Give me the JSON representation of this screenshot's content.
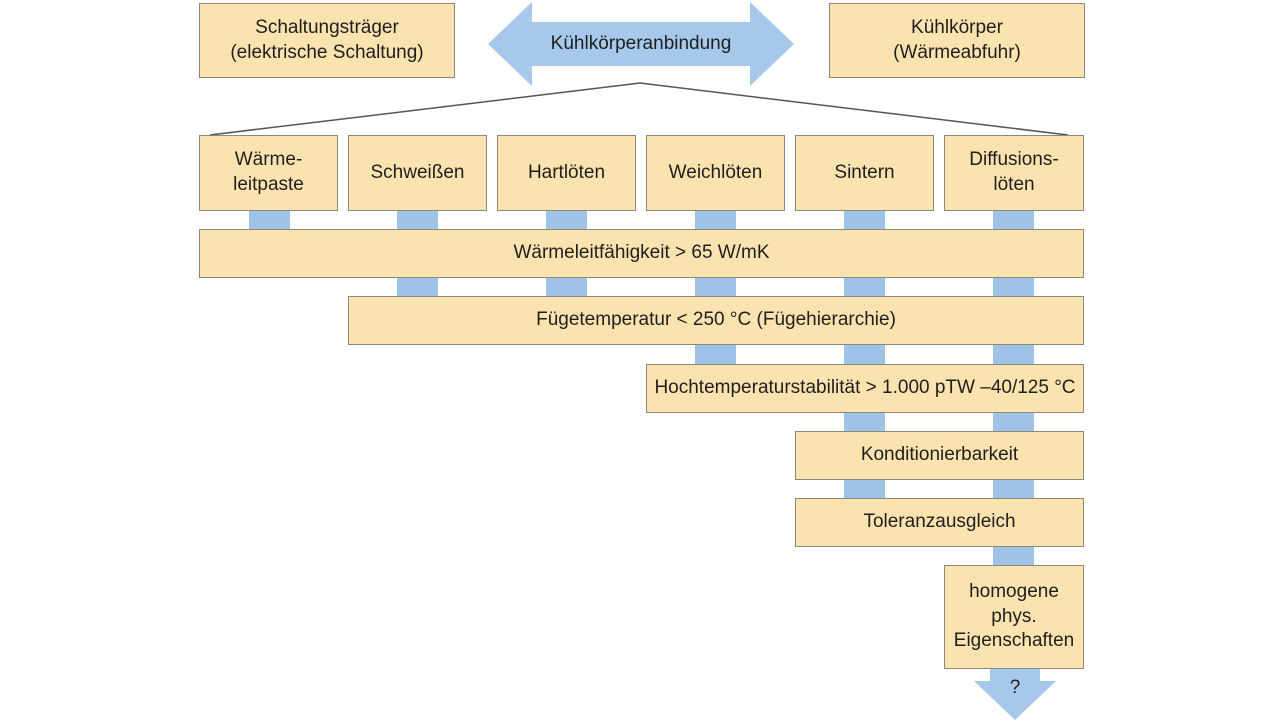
{
  "colors": {
    "box_fill": "#fbe3b0",
    "box_border": "#8a8a7a",
    "connector": "#9fc3e6",
    "arrow": "#a6c8ea",
    "line": "#555555"
  },
  "top": {
    "left_box": [
      "Schaltungsträger",
      "(elektrische Schaltung)"
    ],
    "arrow_label": "Kühlkörperanbindung",
    "right_box": [
      "Kühlkörper",
      "(Wärmeabfuhr)"
    ]
  },
  "methods": [
    [
      "Wärme-",
      "leitpaste"
    ],
    [
      "Schweißen"
    ],
    [
      "Hartlöten"
    ],
    [
      "Weichlöten"
    ],
    [
      "Sintern"
    ],
    [
      "Diffusions-",
      "löten"
    ]
  ],
  "criteria": [
    "Wärmeleitfähigkeit > 65 W/mK",
    "Fügetemperatur < 250 °C (Fügehierarchie)",
    "Hochtemperaturstabilität > 1.000 pTW –40/125 °C",
    "Konditionierbarkeit",
    "Toleranzausgleich"
  ],
  "final_box": [
    "homogene",
    "phys.",
    "Eigenschaften"
  ],
  "final_arrow_label": "?"
}
